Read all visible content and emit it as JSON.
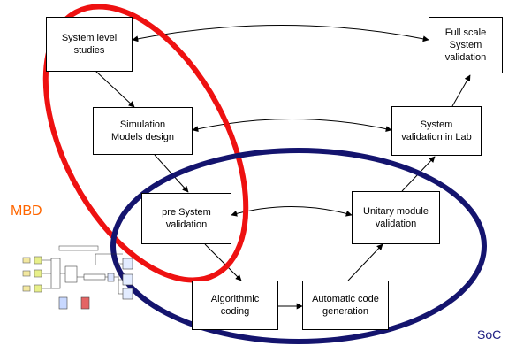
{
  "labels": {
    "mbd": "MBD",
    "soc": "SoC"
  },
  "boxes": {
    "system_level_studies": {
      "line1": "System level",
      "line2": "studies"
    },
    "full_scale_validation": {
      "line1": "Full scale",
      "line2": "System",
      "line3": "validation"
    },
    "simulation_models_design": {
      "line1": "Simulation",
      "line2": "Models design"
    },
    "system_validation_lab": {
      "line1": "System",
      "line2": "validation in Lab"
    },
    "pre_system_validation": {
      "line1": "pre System",
      "line2": "validation"
    },
    "unitary_module_validation": {
      "line1": "Unitary module",
      "line2": "validation"
    },
    "algorithmic_coding": {
      "line1": "Algorithmic",
      "line2": "coding"
    },
    "automatic_code_generation": {
      "line1": "Automatic code",
      "line2": "generation"
    }
  },
  "colors": {
    "mbd_ellipse": "#ee1111",
    "soc_ellipse": "#14146e",
    "mbd_label": "#ff6600",
    "soc_label": "#1a1a80"
  }
}
